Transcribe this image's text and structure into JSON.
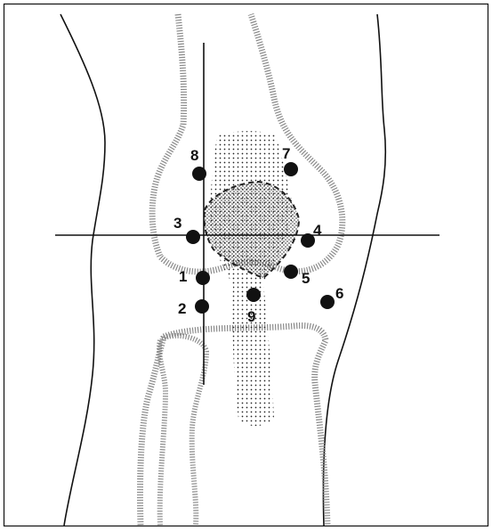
{
  "points": [
    {
      "id": "1",
      "label": "1"
    },
    {
      "id": "2",
      "label": "2"
    },
    {
      "id": "3",
      "label": "3"
    },
    {
      "id": "4",
      "label": "4"
    },
    {
      "id": "5",
      "label": "5"
    },
    {
      "id": "6",
      "label": "6"
    },
    {
      "id": "7",
      "label": "7"
    },
    {
      "id": "8",
      "label": "8"
    },
    {
      "id": "9",
      "label": "9"
    }
  ],
  "colors": {
    "ink": "#111111",
    "background": "#ffffff",
    "bone_outline": "#6e6e6e"
  }
}
